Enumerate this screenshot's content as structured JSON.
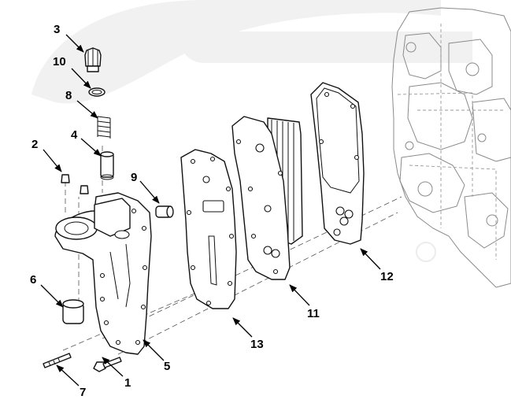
{
  "diagram": {
    "callouts": [
      {
        "id": "c1",
        "label": "1"
      },
      {
        "id": "c2",
        "label": "2"
      },
      {
        "id": "c3",
        "label": "3"
      },
      {
        "id": "c4",
        "label": "4"
      },
      {
        "id": "c5",
        "label": "5"
      },
      {
        "id": "c6",
        "label": "6"
      },
      {
        "id": "c7",
        "label": "7"
      },
      {
        "id": "c8",
        "label": "8"
      },
      {
        "id": "c9",
        "label": "9"
      },
      {
        "id": "c10",
        "label": "10"
      },
      {
        "id": "c11",
        "label": "11"
      },
      {
        "id": "c12",
        "label": "12"
      },
      {
        "id": "c13",
        "label": "13"
      }
    ],
    "colors": {
      "line": "#111111",
      "engine_outline": "#8a8a8a",
      "watermark": "#f1f1f1",
      "background": "#ffffff"
    }
  }
}
